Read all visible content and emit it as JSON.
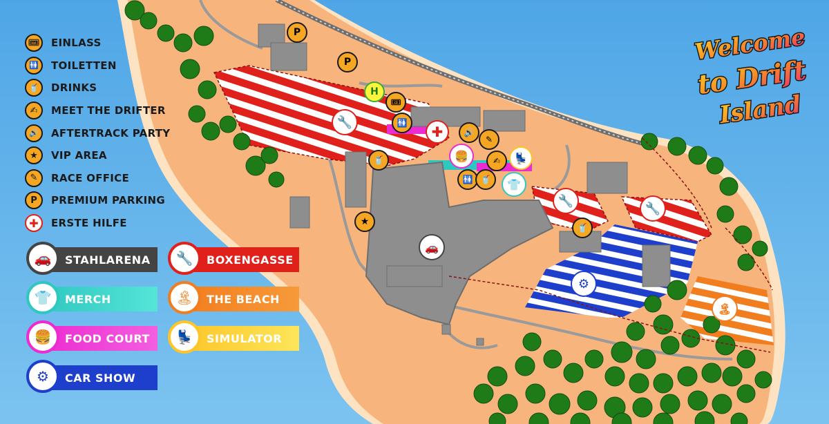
{
  "colors": {
    "sea": "#5aaee8",
    "sand": "#f7b57d",
    "shore": "#fde3c2",
    "tree": "#1f7a18",
    "building": "#8e8e8e",
    "accent_orange": "#f5a623",
    "boxengasse": "#e0201b",
    "merch": "#2fc8c0",
    "food_court": "#ec2bd0",
    "car_show": "#1e3fcc",
    "the_beach": "#f27d1e",
    "simulator": "#fcc629",
    "stahlarena": "#444444"
  },
  "legend": {
    "items": [
      {
        "label": "EINLASS",
        "icon": "ticket-icon",
        "glyph": "🎟"
      },
      {
        "label": "TOILETTEN",
        "icon": "toilet-icon",
        "glyph": "🚻"
      },
      {
        "label": "DRINKS",
        "icon": "drink-icon",
        "glyph": "🥤"
      },
      {
        "label": "MEET THE DRIFTER",
        "icon": "pen-icon",
        "glyph": "✍"
      },
      {
        "label": "AFTERTRACK PARTY",
        "icon": "speaker-icon",
        "glyph": "🔊"
      },
      {
        "label": "VIP AREA",
        "icon": "star-icon",
        "glyph": "★"
      },
      {
        "label": "RACE OFFICE",
        "icon": "pencil-icon",
        "glyph": "✎"
      },
      {
        "label": "PREMIUM PARKING",
        "icon": "parking-icon",
        "glyph": "P"
      },
      {
        "label": "ERSTE HILFE",
        "icon": "first-aid-icon",
        "glyph": "✚"
      }
    ]
  },
  "zones": {
    "stahlarena": {
      "label": "STAHLARENA",
      "icon": "car-drift-icon",
      "glyph": "🚗"
    },
    "boxengasse": {
      "label": "BOXENGASSE",
      "icon": "tools-icon",
      "glyph": "🔧"
    },
    "merch": {
      "label": "MERCH",
      "icon": "tshirt-icon",
      "glyph": "👕"
    },
    "the_beach": {
      "label": "THE BEACH",
      "icon": "palm-icon",
      "glyph": "🏝"
    },
    "food_court": {
      "label": "FOOD COURT",
      "icon": "burger-icon",
      "glyph": "🍔"
    },
    "simulator": {
      "label": "SIMULATOR",
      "icon": "seat-icon",
      "glyph": "💺"
    },
    "car_show": {
      "label": "CAR SHOW",
      "icon": "wheel-icon",
      "glyph": "⚙"
    }
  },
  "title": {
    "line1": "Welcome",
    "line2": "to Drift",
    "line3": "Island"
  },
  "map": {
    "helipad_label": "H",
    "parking_label": "P"
  }
}
